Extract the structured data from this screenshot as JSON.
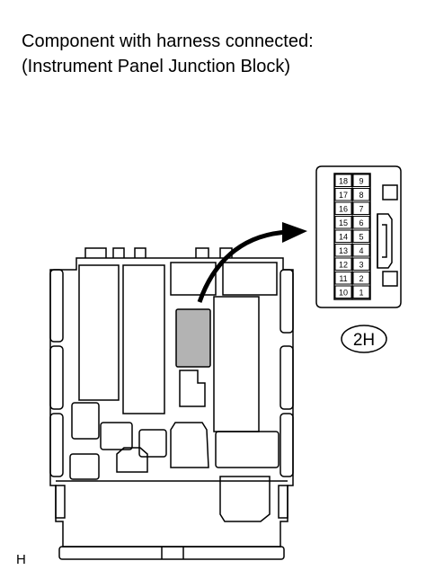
{
  "caption": {
    "line1": "Component with harness connected:",
    "line2": "(Instrument Panel Junction Block)"
  },
  "connector": {
    "label": "2H",
    "pins_left": [
      "18",
      "17",
      "16",
      "15",
      "14",
      "13",
      "12",
      "11",
      "10"
    ],
    "pins_right": [
      "9",
      "8",
      "7",
      "6",
      "5",
      "4",
      "3",
      "2",
      "1"
    ]
  },
  "figure_id": "H",
  "colors": {
    "line": "#000000",
    "highlight": "#b3b3b3",
    "background": "#ffffff"
  }
}
